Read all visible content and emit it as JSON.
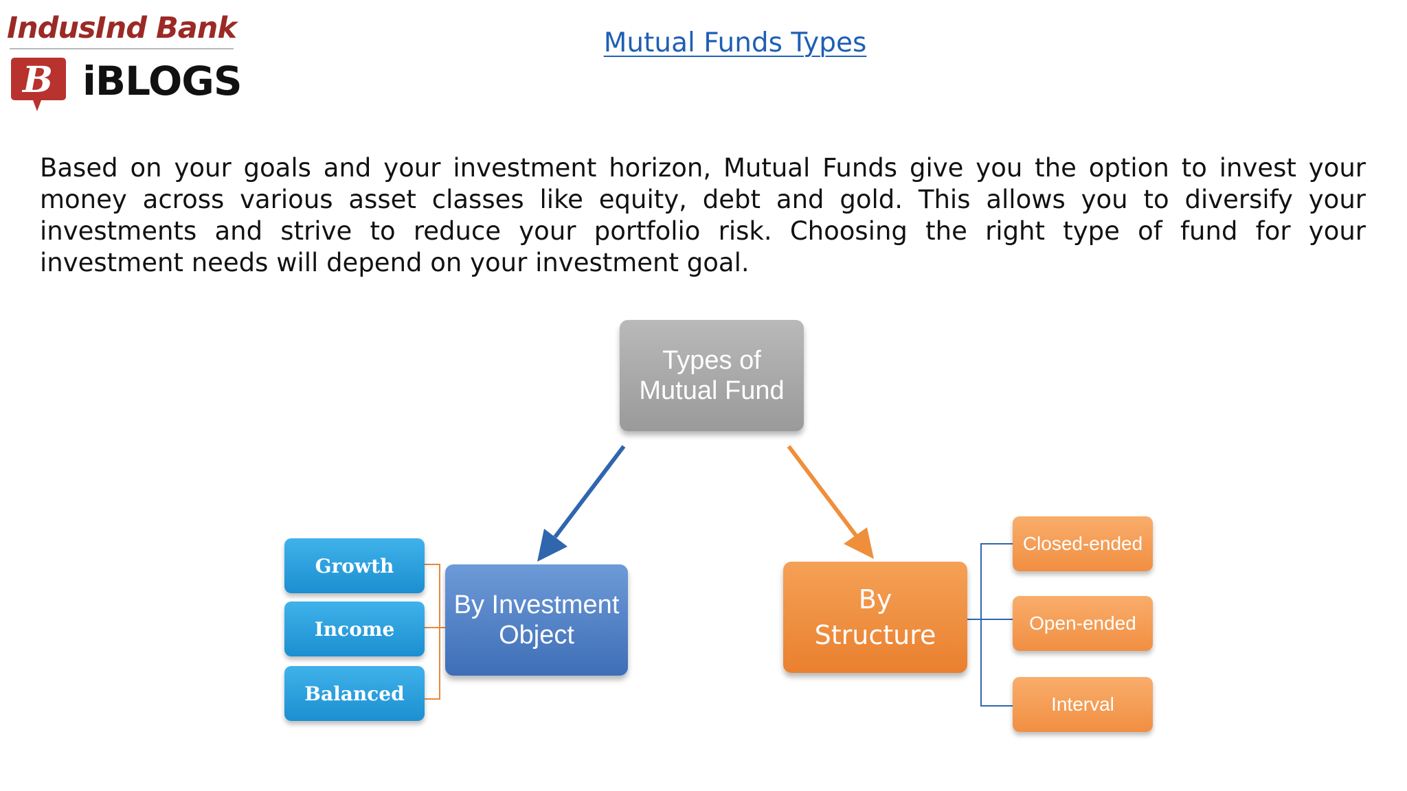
{
  "logo": {
    "bank_name": "IndusInd Bank",
    "badge_letter": "B",
    "product_name": "iBLOGS",
    "brand_color": "#9b2a26"
  },
  "title": "Mutual Funds Types",
  "intro": "Based on your goals and your investment horizon, Mutual Funds give you the option to invest your money across various asset classes like equity, debt and gold. This allows you to diversify your investments and strive to reduce your portfolio risk. Choosing the right type of fund for your investment needs will depend on your investment goal.",
  "diagram": {
    "root": "Types of\nMutual Fund",
    "branches": [
      {
        "label": "By Investment\nObject",
        "color": "#4a7cc4",
        "children": [
          "Growth",
          "Income",
          "Balanced"
        ]
      },
      {
        "label": "By\nStructure",
        "color": "#ee8a3a",
        "children": [
          "Closed-ended",
          "Open-ended",
          "Interval"
        ]
      }
    ]
  }
}
